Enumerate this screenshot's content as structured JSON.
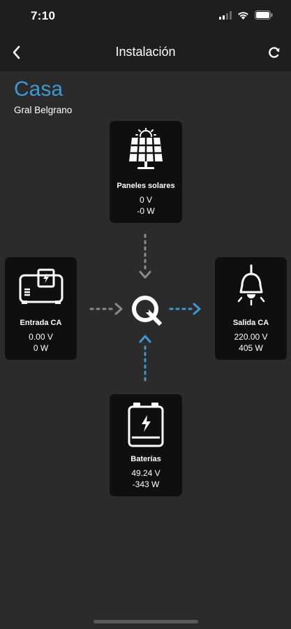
{
  "status": {
    "time": "7:10"
  },
  "nav": {
    "title": "Instalación"
  },
  "site": {
    "name": "Casa",
    "location": "Gral Belgrano"
  },
  "cards": {
    "solar": {
      "title": "Paneles solares",
      "voltage": "0 V",
      "power": "-0 W"
    },
    "entrada": {
      "title": "Entrada CA",
      "voltage": "0.00 V",
      "power": "0 W"
    },
    "salida": {
      "title": "Salida CA",
      "voltage": "220.00 V",
      "power": "405 W"
    },
    "bateria": {
      "title": "Baterías",
      "voltage": "49.24 V",
      "power": "-343 W"
    }
  },
  "colors": {
    "accent": "#3d9ad1",
    "flow_inactive": "#8a8a8a",
    "flow_active": "#3d9ad1",
    "card_bg": "#0f0f0f",
    "bar_bg": "#1e1e1e",
    "page_bg": "#2b2b2b"
  },
  "icons": {
    "back": "chevron-left-icon",
    "refresh": "refresh-icon",
    "solar": "solar-panel-icon",
    "entrada": "generator-icon",
    "salida": "lamp-icon",
    "bateria": "battery-icon",
    "center": "inverter-logo-icon"
  }
}
